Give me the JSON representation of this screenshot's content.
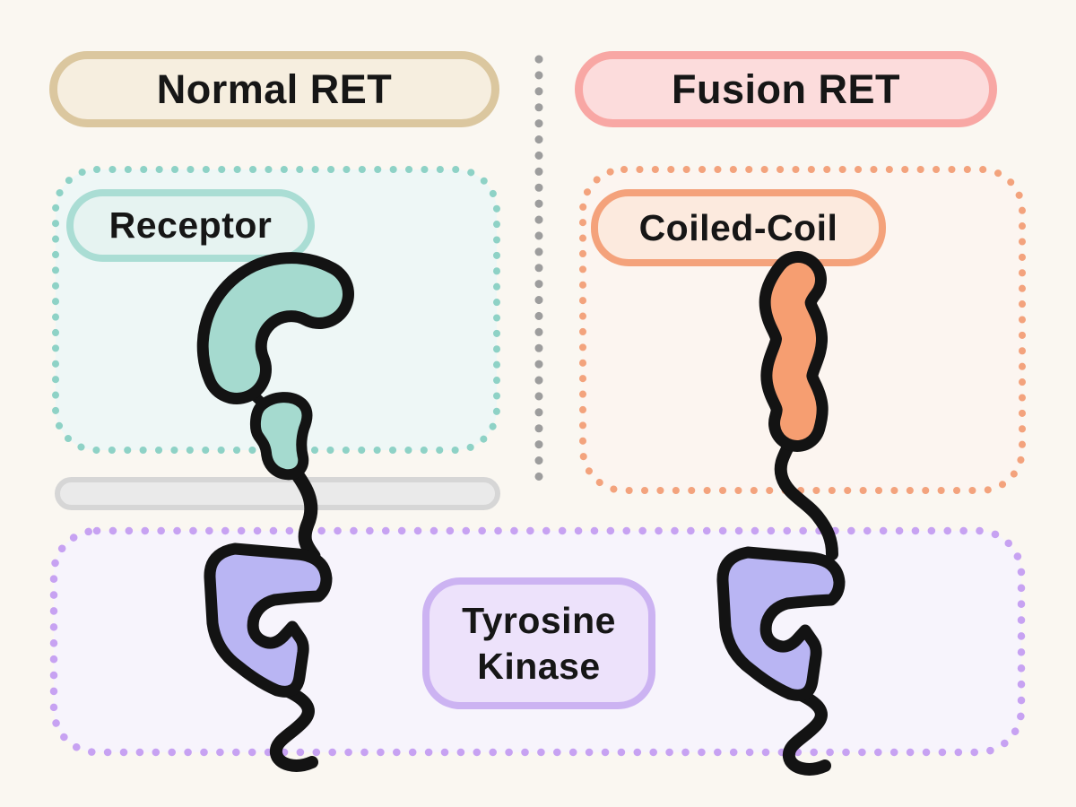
{
  "diagram": {
    "left_panel": {
      "title": "Normal RET",
      "domain_label": "Receptor"
    },
    "right_panel": {
      "title": "Fusion RET",
      "domain_label": "Coiled-Coil"
    },
    "kinase_label": "Tyrosine Kinase",
    "colors": {
      "background": "#faf7f1",
      "outline_black": "#131313",
      "normal_header_border": "#dbc79f",
      "normal_header_fill": "#f6eedf",
      "fusion_header_border": "#f8a7a4",
      "fusion_header_fill": "#fcdcdc",
      "receptor_accent": "#a5dacf",
      "receptor_box_dots": "#8ed2c6",
      "receptor_box_fill": "#eef7f6",
      "receptor_pill_border": "#aaddd4",
      "receptor_pill_fill": "#e6f3f1",
      "coil_accent": "#f69e71",
      "coil_box_dots": "#f3a37d",
      "coil_box_fill": "#fcf5f0",
      "coil_pill_border": "#f4a27b",
      "coil_pill_fill": "#fceade",
      "kinase_accent": "#b9b5f3",
      "kinase_box_dots": "#c7a2f2",
      "kinase_box_fill": "#f7f4fc",
      "kinase_pill_border": "#ccb3f2",
      "kinase_pill_fill": "#ede2fb",
      "membrane_fill": "#eaeaea",
      "membrane_border": "#d6d6d6",
      "divider_dots": "#9d9d9d"
    }
  }
}
